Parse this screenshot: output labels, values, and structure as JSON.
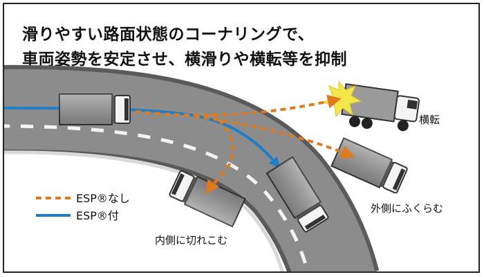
{
  "title": {
    "line1": "滑りやすい路面状態のコーナリングで、",
    "line2": "車両姿勢を安定させ、横滑りや横転等を抑制"
  },
  "legend": {
    "without_esp": "ESP®なし",
    "with_esp": "ESP®付"
  },
  "labels": {
    "rollover": "横転",
    "swing_out": "外側にふくらむ",
    "cut_in": "内側に切れこむ"
  },
  "colors": {
    "orange_dashed": "#e07a1f",
    "blue_line": "#1e7fc6",
    "road": "#8c8c8c",
    "road_edge": "#5a5a5a",
    "truck_cargo": "#9a9a9a",
    "flash": "#f2e84a"
  }
}
